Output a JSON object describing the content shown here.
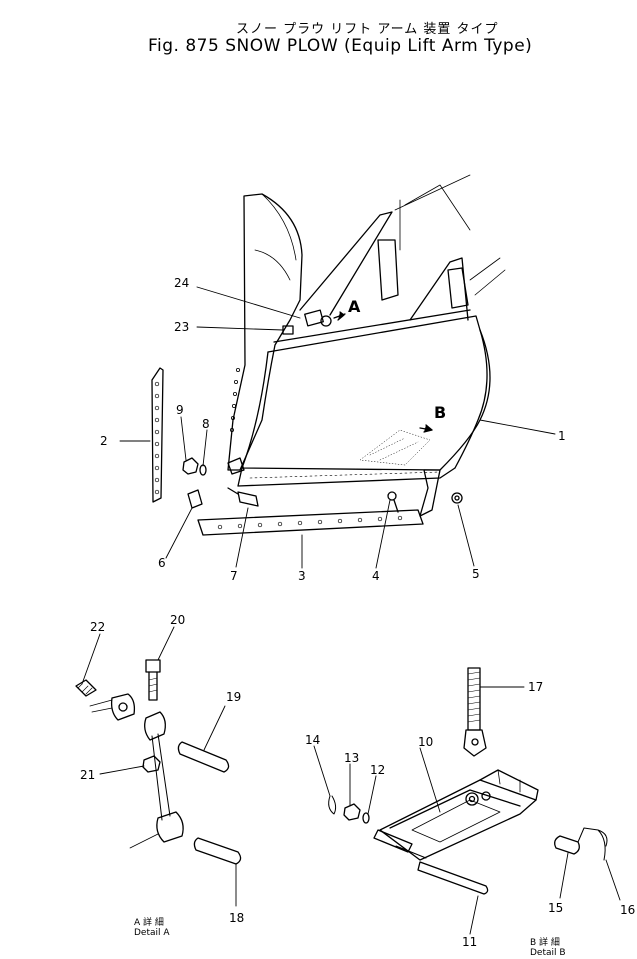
{
  "title": {
    "japanese": "スノー プラウ リフト アーム 装置 タイプ",
    "english": "Fig. 875   SNOW PLOW (Equip Lift Arm Type)"
  },
  "views": {
    "view_a": "A",
    "view_b": "B"
  },
  "details": {
    "a": {
      "jp": "A 詳 細",
      "en": "Detail A"
    },
    "b": {
      "jp": "B 詳 細",
      "en": "Detail B"
    }
  },
  "callouts": [
    "1",
    "2",
    "3",
    "4",
    "5",
    "6",
    "7",
    "8",
    "9",
    "10",
    "11",
    "12",
    "13",
    "14",
    "15",
    "16",
    "17",
    "18",
    "19",
    "20",
    "21",
    "22",
    "23",
    "24"
  ],
  "colors": {
    "ink": "#000000",
    "background": "#ffffff"
  }
}
